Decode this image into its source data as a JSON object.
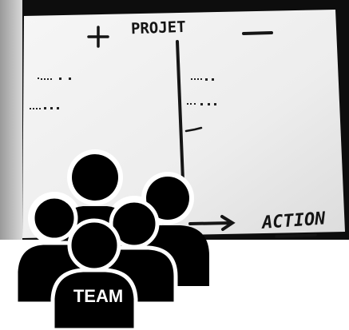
{
  "whiteboard": {
    "title": "PROJET",
    "plus_sign": "+",
    "minus_sign": "—",
    "action_label": "ACTION"
  },
  "team_icon": {
    "label": "TEAM",
    "icon": "team-group-icon"
  },
  "colors": {
    "board_frame": "#111111",
    "paper": "#f2f2f2",
    "ink": "#151515",
    "icon_fill": "#000000"
  }
}
